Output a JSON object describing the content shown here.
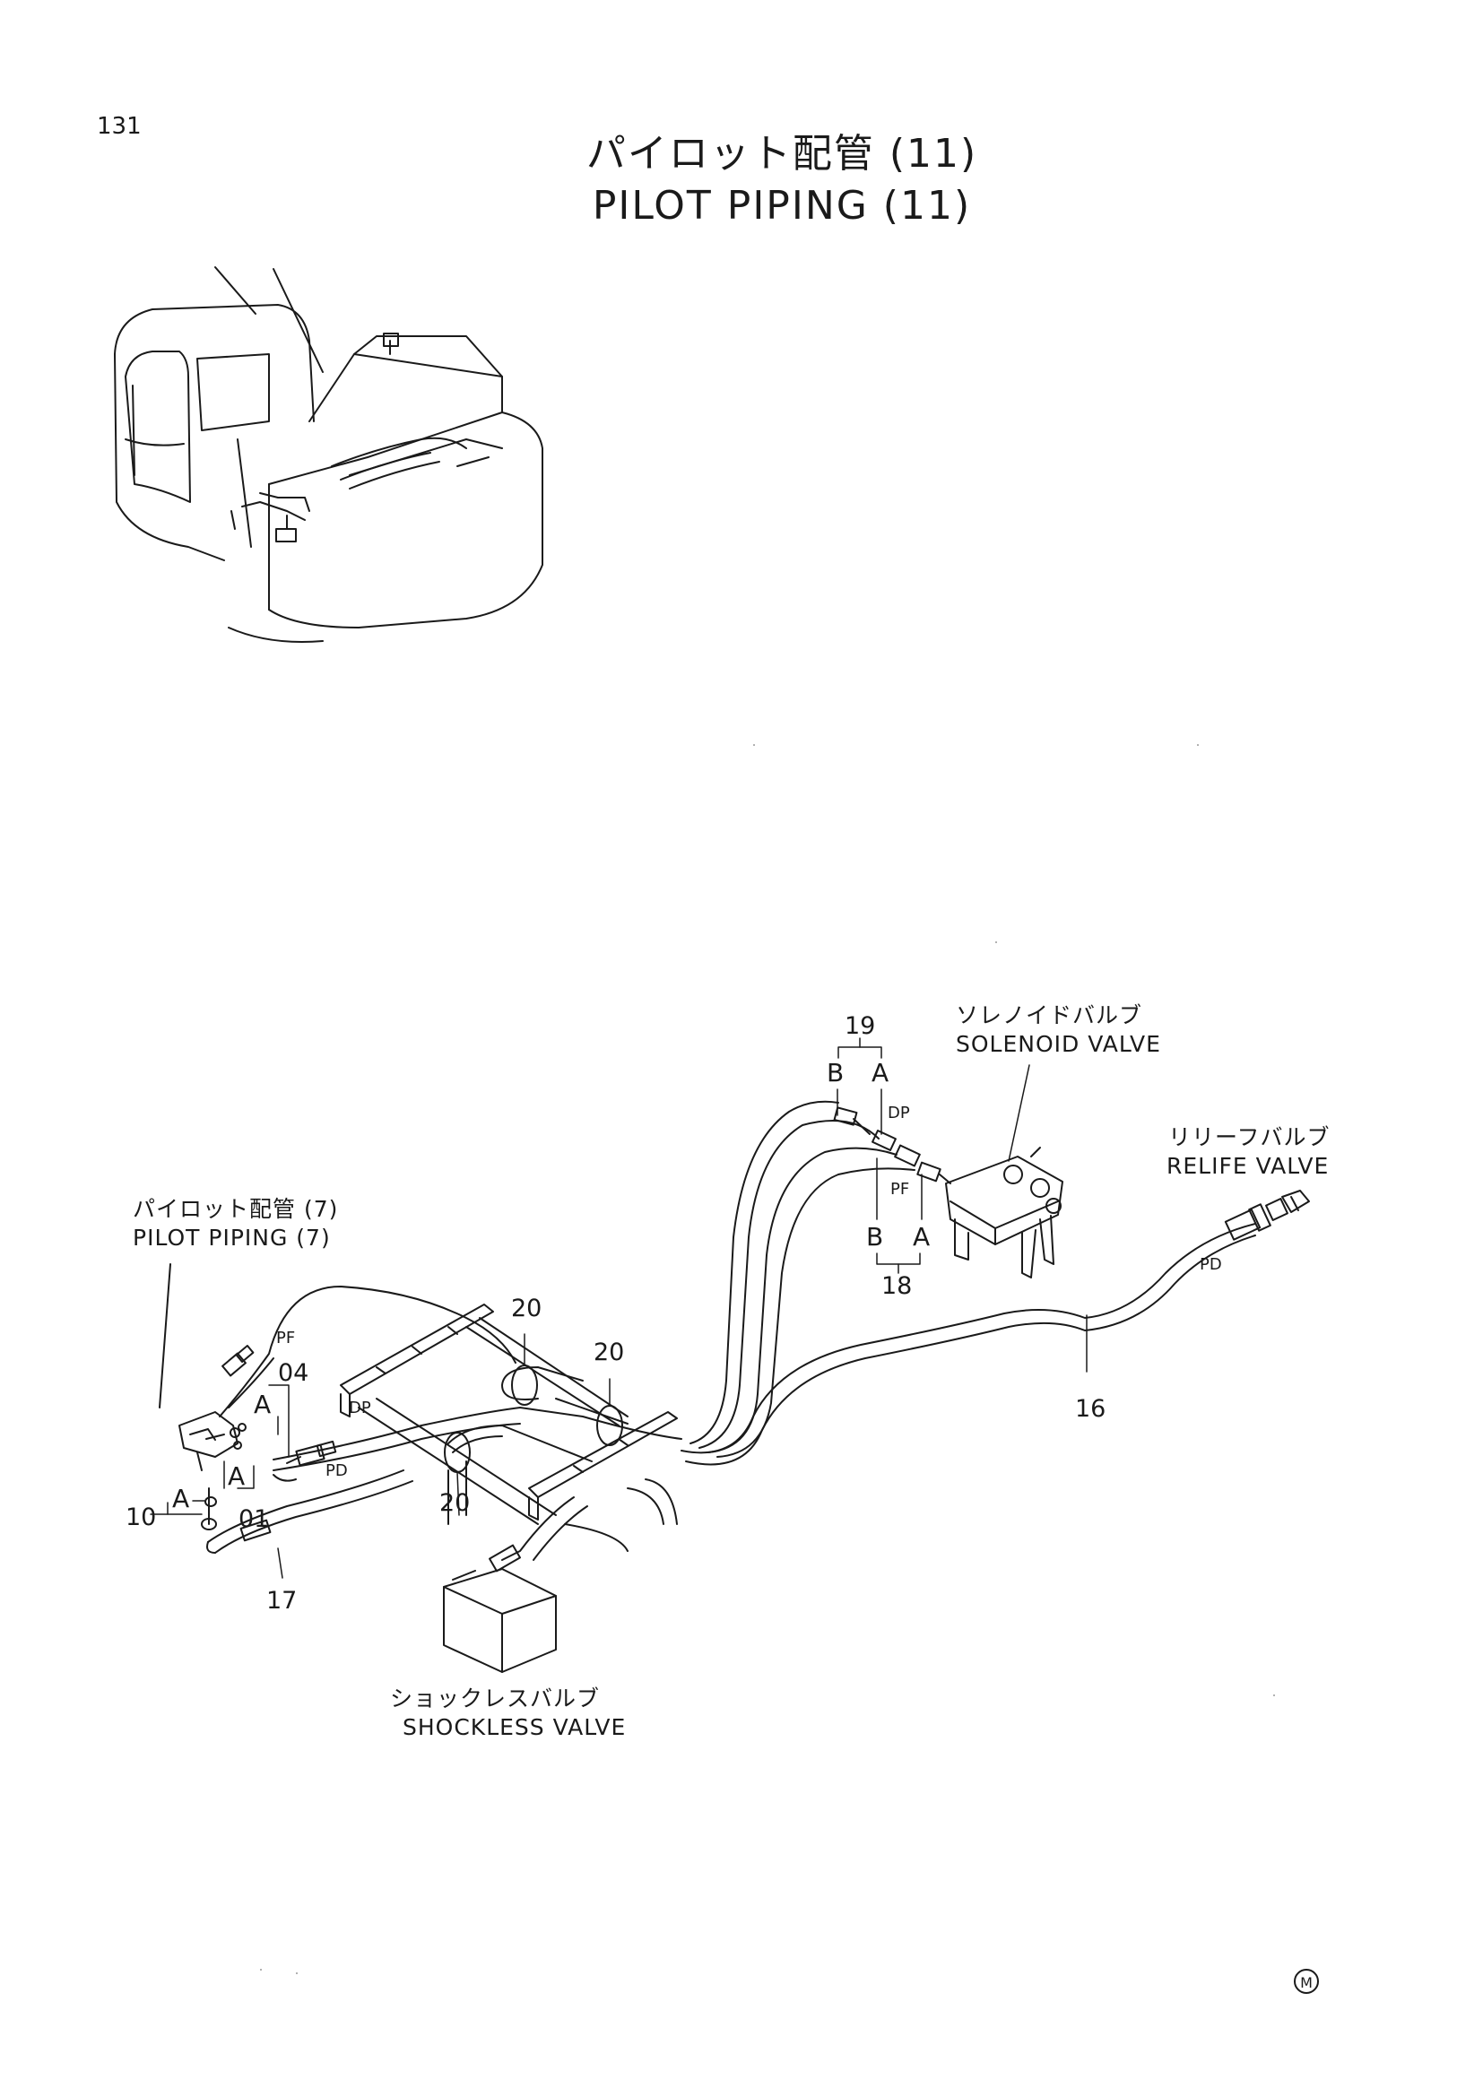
{
  "page_number": "131",
  "title_jp": "パイロット配管 (11)",
  "title_en": "PILOT PIPING (11)",
  "references": {
    "pilot_piping_jp": "パイロット配管 (7)",
    "pilot_piping_en": "PILOT PIPING (7)",
    "solenoid_valve_jp": "ソレノイドバルブ",
    "solenoid_valve_en": "SOLENOID VALVE",
    "relief_valve_jp": "リリーフバルブ",
    "relief_valve_en": "RELIFE VALVE",
    "shockless_valve_jp": "ショックレスバルブ",
    "shockless_valve_en": "SHOCKLESS VALVE"
  },
  "callouts": {
    "p01": "01",
    "p04": "04",
    "p10": "10",
    "p16": "16",
    "p17": "17",
    "p18": "18",
    "p19": "19",
    "p20a": "20",
    "p20b": "20",
    "p20c": "20"
  },
  "ports": {
    "pf_left": "PF",
    "dp_left": "DP",
    "pd_left": "PD",
    "dp_right": "DP",
    "pf_right": "PF",
    "pd_relief": "PD",
    "b_top": "B",
    "a_top": "A",
    "b_bottom": "B",
    "a_bottom": "A",
    "a_04": "A",
    "a_01": "A",
    "a_10": "A"
  },
  "mark": "M",
  "colors": {
    "ink": "#1a1a1a",
    "paper": "#ffffff"
  }
}
